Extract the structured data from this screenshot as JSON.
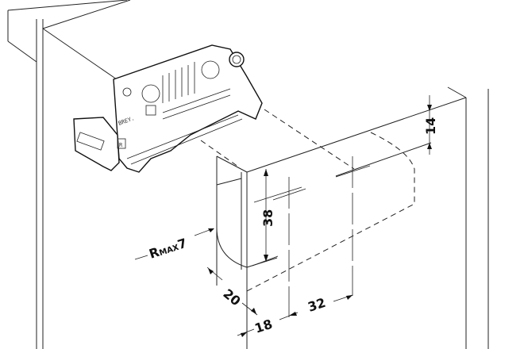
{
  "drawing": {
    "housing_marks": {
      "brand": "BREY.",
      "side": "R"
    },
    "dimensions": {
      "top_offset": "14",
      "height": "38",
      "radius_prefix": "R",
      "radius_sub": "MAX",
      "radius_value": "7",
      "depth": "20",
      "panel_thickness": "18",
      "hole_spacing": "32"
    }
  }
}
